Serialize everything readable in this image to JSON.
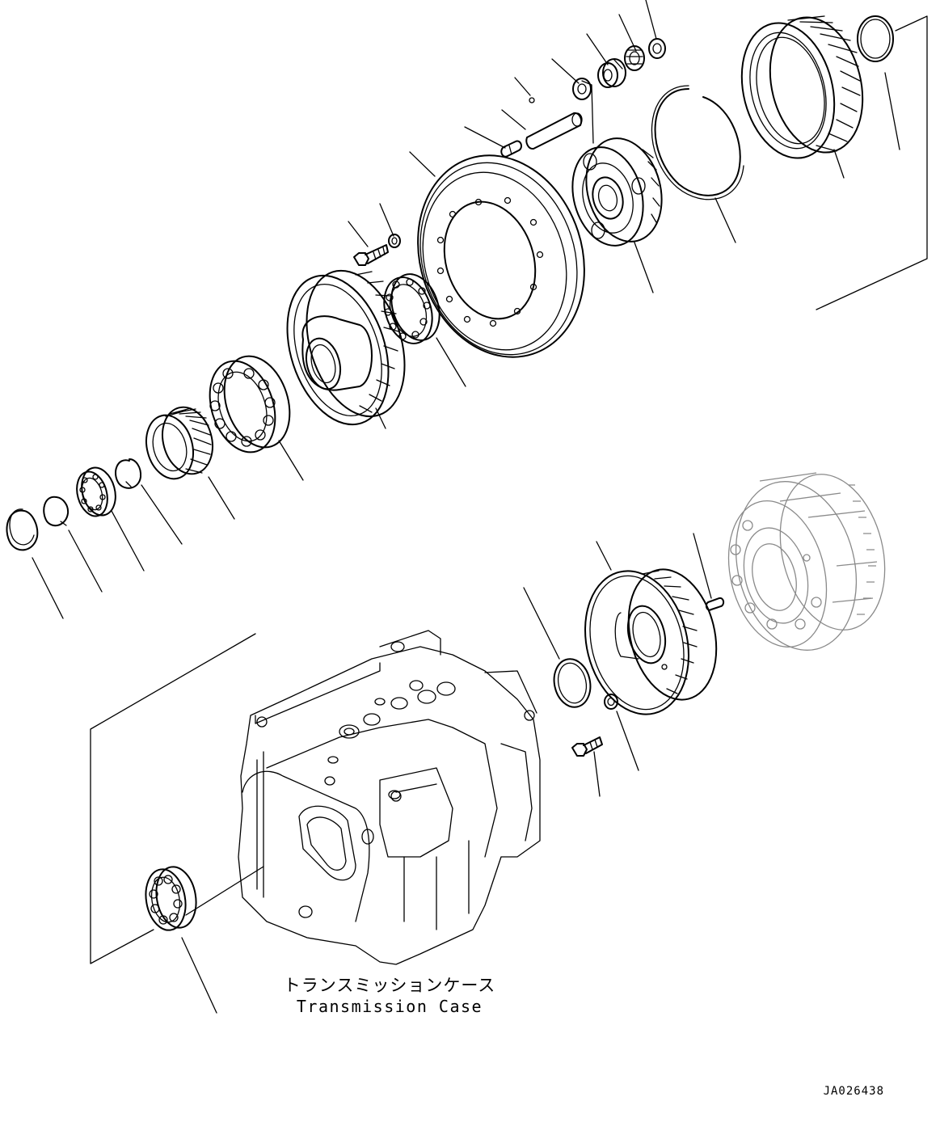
{
  "labels": {
    "case_ja": "トランスミッションケース",
    "case_en": "Transmission Case",
    "drawing_id": "JA026438"
  },
  "colors": {
    "line": "#000000",
    "background": "#ffffff",
    "ghost_part": "#8a8a8a"
  }
}
